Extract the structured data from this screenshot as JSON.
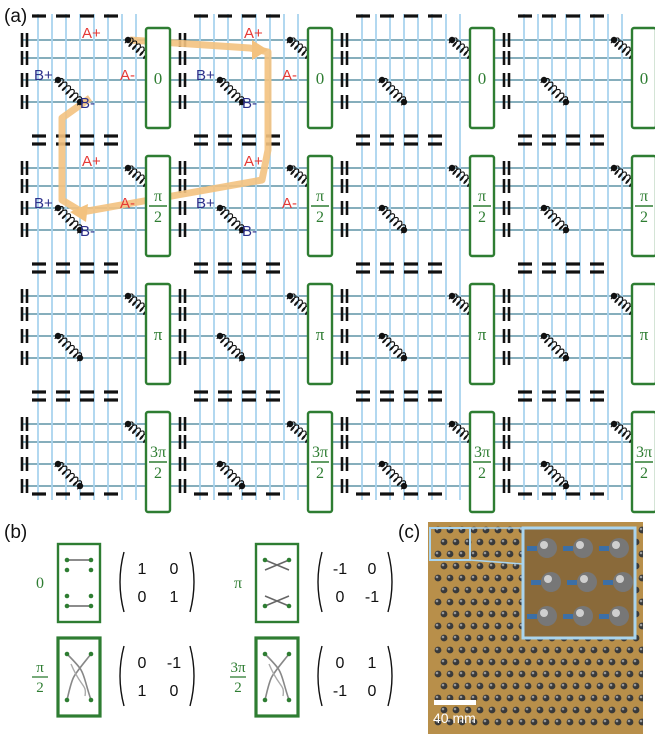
{
  "panel_labels": {
    "a": "(a)",
    "b": "(b)",
    "c": "(c)"
  },
  "grid": {
    "row_phases": [
      {
        "num": "0",
        "den": ""
      },
      {
        "num": "π",
        "den": "2"
      },
      {
        "num": "π",
        "den": ""
      },
      {
        "num": "3π",
        "den": "2"
      }
    ],
    "columns": 4,
    "port_labels": {
      "a_plus": "A+",
      "a_minus": "A-",
      "b_plus": "B+",
      "b_minus": "B-"
    }
  },
  "panel_b": {
    "items": [
      {
        "phase_num": "0",
        "phase_den": "",
        "matrix": [
          [
            "1",
            "0"
          ],
          [
            "0",
            "1"
          ]
        ]
      },
      {
        "phase_num": "π",
        "phase_den": "",
        "matrix": [
          [
            "-1",
            "0"
          ],
          [
            "0",
            "-1"
          ]
        ]
      },
      {
        "phase_num": "π",
        "phase_den": "2",
        "matrix": [
          [
            "0",
            "-1"
          ],
          [
            "1",
            "0"
          ]
        ]
      },
      {
        "phase_num": "3π",
        "phase_den": "2",
        "matrix": [
          [
            "0",
            "1"
          ],
          [
            "-1",
            "0"
          ]
        ]
      }
    ]
  },
  "panel_c": {
    "scale_label": "40 mm"
  },
  "colors": {
    "green": "#2e7d32",
    "red": "#e53935",
    "blue": "#2b2f8a",
    "wire_blue": "#a9d4ee",
    "wire_teal": "#5f93a6",
    "arrow": "#f3c27f",
    "board": "#b88f4a",
    "inset_border": "#a9d4ee"
  }
}
